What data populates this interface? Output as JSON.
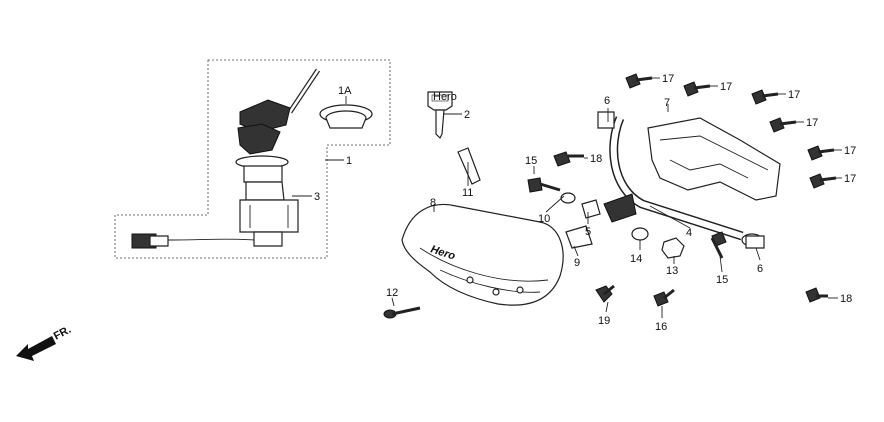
{
  "direction_label": "FR.",
  "callouts": {
    "c1": "1",
    "c1a": "1A",
    "c2": "2",
    "c3": "3",
    "c4": "4",
    "c5": "5",
    "c6a": "6",
    "c6b": "6",
    "c7": "7",
    "c8": "8",
    "c9": "9",
    "c10": "10",
    "c11": "11",
    "c12": "12",
    "c13": "13",
    "c14": "14",
    "c15a": "15",
    "c15b": "15",
    "c16": "16",
    "c17a": "17",
    "c17b": "17",
    "c17c": "17",
    "c17d": "17",
    "c17e": "17",
    "c17f": "17",
    "c18a": "18",
    "c18b": "18",
    "c19": "19"
  },
  "key_tag_text": "Hero",
  "cover_brand_text": "Hero"
}
